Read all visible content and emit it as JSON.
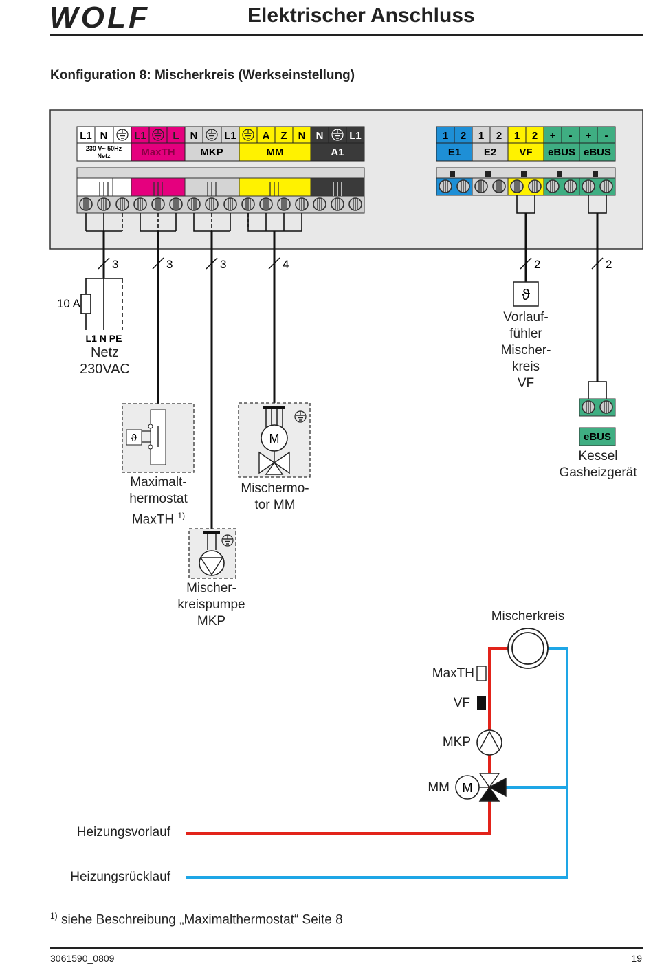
{
  "header": {
    "logo_text": "WOLF",
    "title": "Elektrischer Anschluss"
  },
  "subtitle": "Konfiguration 8:  Mischerkreis (Werkseinstellung)",
  "colors": {
    "magenta": "#e5007e",
    "yellow": "#fff200",
    "grey": "#d4d4d4",
    "dark": "#3a3a3a",
    "blue": "#1e8fd6",
    "green": "#3fae82",
    "red": "#e2231a",
    "cyan": "#1ea6e6",
    "panel": "#e8e8e8"
  },
  "left_terminal": {
    "netz_pins": [
      "L1",
      "N",
      "PE"
    ],
    "netz_text": "230 V~ 50Hz",
    "netz_sub": "Netz",
    "maxth_pins": [
      "L1",
      "PE",
      "L"
    ],
    "maxth_label": "MaxTH",
    "mkp_pins": [
      "N",
      "PE",
      "L1"
    ],
    "mkp_label": "MKP",
    "mm_pins": [
      "PE",
      "A",
      "Z",
      "N"
    ],
    "mm_label": "MM",
    "a1_pins": [
      "N",
      "PE",
      "L1"
    ],
    "a1_label": "A1"
  },
  "right_terminal": {
    "pins": [
      "1",
      "2",
      "1",
      "2",
      "1",
      "2",
      "+",
      "-",
      "+",
      "-"
    ],
    "labels": [
      "E1",
      "E2",
      "VF",
      "eBUS",
      "eBUS"
    ]
  },
  "cable_counts": [
    "3",
    "3",
    "3",
    "4",
    "2",
    "2"
  ],
  "fuse_label": "10 A",
  "netz_terminals": "L1  N  PE",
  "netz_name": [
    "Netz",
    "230VAC"
  ],
  "devices": {
    "maxth": [
      "Maximalt-",
      "hermostat",
      "MaxTH"
    ],
    "maxth_sup": "1)",
    "mm": [
      "Mischermo-",
      "tor MM"
    ],
    "mkp": [
      "Mischer-",
      "kreispumpe",
      "MKP"
    ],
    "vf": [
      "Vorlauf-",
      "fühler",
      "Mischer-",
      "kreis",
      "VF"
    ],
    "kessel_badge": "eBUS",
    "kessel": [
      "Kessel",
      "Gasheizgerät"
    ]
  },
  "hydraulic": {
    "title": "Mischerkreis",
    "maxth": "MaxTH",
    "vf": "VF",
    "mkp": "MKP",
    "mm": "MM",
    "motor": "M",
    "vorlauf": "Heizungsvorlauf",
    "ruecklauf": "Heizungsrücklauf"
  },
  "symbols": {
    "temp": "ϑ",
    "motor": "M"
  },
  "footnote": {
    "sup": "1)",
    "text": "siehe  Beschreibung „Maximalthermostat“ Seite 8"
  },
  "footer": {
    "doc": "3061590_0809",
    "page": "19"
  }
}
